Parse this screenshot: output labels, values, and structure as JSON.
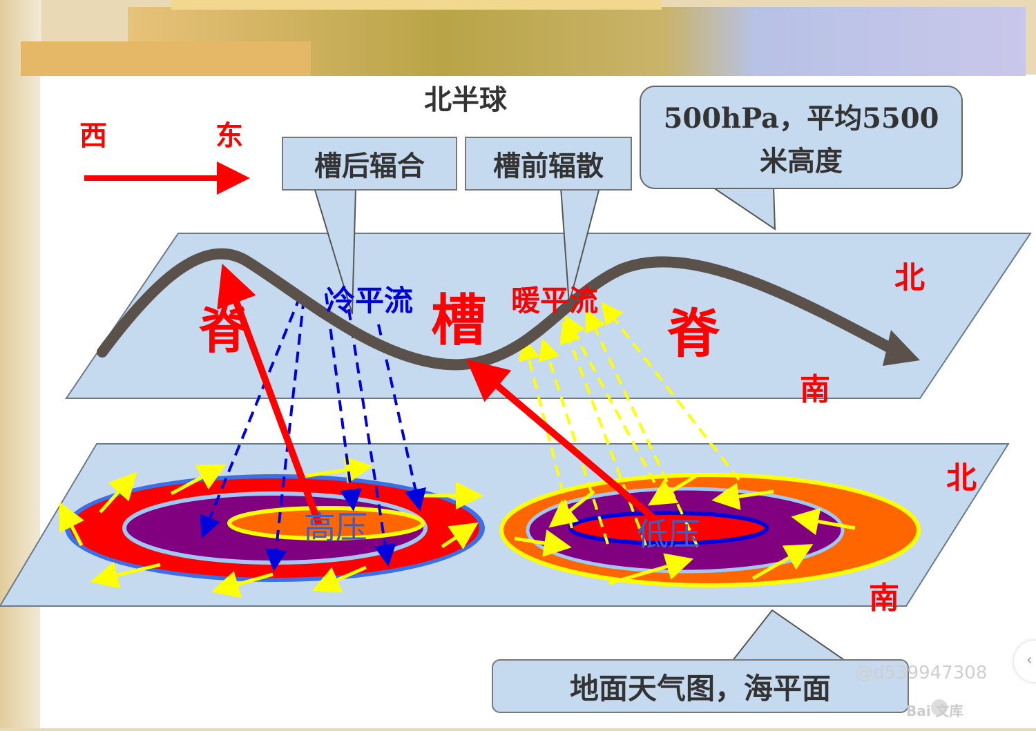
{
  "hemisphere": "北半球",
  "direction": {
    "west": "西",
    "east": "东"
  },
  "labels": {
    "trough_rear": "槽后辐合",
    "trough_front": "槽前辐散",
    "upper_level_line1": "500hPa，平均5500",
    "upper_level_line2": "米高度",
    "surface": "地面天气图，海平面"
  },
  "upper": {
    "ridge_west": "脊",
    "trough": "槽",
    "ridge_east": "脊",
    "cold_advection": "冷平流",
    "warm_advection": "暖平流",
    "north": "北",
    "south": "南"
  },
  "lower": {
    "high": "高压",
    "low": "低压",
    "north": "北",
    "south": "南"
  },
  "watermark": "@d539947308",
  "logo_text": "Bai 文库",
  "colors": {
    "plane": "#c5d9ef",
    "red": "#ff0000",
    "purple": "#800080",
    "orange": "#ff6600",
    "yellow": "#ffff00",
    "blue": "#0000dd"
  }
}
